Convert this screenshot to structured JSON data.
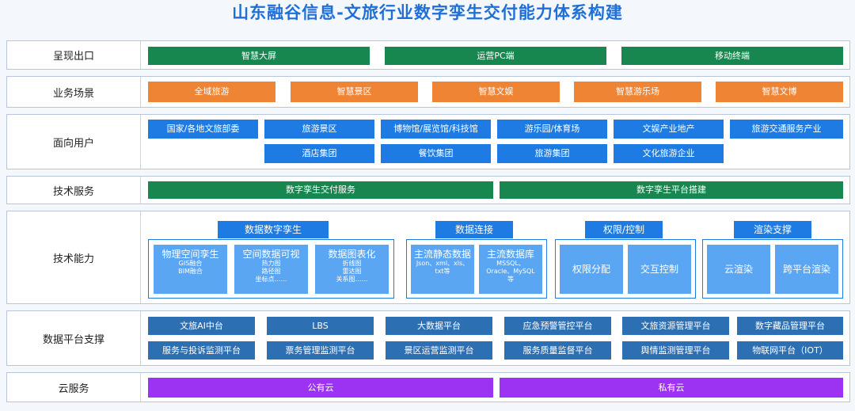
{
  "title": "山东融谷信息-文旅行业数字孪生交付能力体系构建",
  "rows": {
    "output": {
      "label": "呈现出口",
      "items": [
        "智慧大屏",
        "运营PC端",
        "移动终端"
      ]
    },
    "scene": {
      "label": "业务场景",
      "items": [
        "全域旅游",
        "智慧景区",
        "智慧文娱",
        "智慧游乐场",
        "智慧文博"
      ]
    },
    "users": {
      "label": "面向用户",
      "row1": [
        "国家/各地文旅部委",
        "旅游景区",
        "博物馆/展览馆/科技馆",
        "游乐园/体育场",
        "文娱产业地产",
        "旅游交通服务产业"
      ],
      "row2": [
        "酒店集团",
        "餐饮集团",
        "旅游集团",
        "文化旅游企业"
      ]
    },
    "tech_service": {
      "label": "技术服务",
      "items": [
        "数字孪生交付服务",
        "数字孪生平台搭建"
      ]
    },
    "tech_ability": {
      "label": "技术能力",
      "groups": [
        {
          "title": "数据数字孪生",
          "cards": [
            {
              "head": "物理空间孪生",
              "lines": [
                "GIS融合",
                "BIM融合"
              ]
            },
            {
              "head": "空间数据可视",
              "lines": [
                "热力图",
                "路径图",
                "坐标点……"
              ]
            },
            {
              "head": "数据图表化",
              "lines": [
                "折线图",
                "雷达图",
                "关系图……"
              ]
            }
          ]
        },
        {
          "title": "数据连接",
          "cards": [
            {
              "head": "主流静态数据",
              "lines": [
                "Json、xml、xls、",
                "txt等"
              ]
            },
            {
              "head": "主流数据库",
              "lines": [
                "MSSQL、",
                "Oracle、MySQL",
                "等"
              ]
            }
          ]
        },
        {
          "title": "权限/控制",
          "cards": [
            {
              "head": "权限分配",
              "lines": []
            },
            {
              "head": "交互控制",
              "lines": []
            }
          ]
        },
        {
          "title": "渲染支撑",
          "cards": [
            {
              "head": "云渲染",
              "lines": []
            },
            {
              "head": "跨平台渲染",
              "lines": []
            }
          ]
        }
      ]
    },
    "platform": {
      "label": "数据平台支撑",
      "row1": [
        "文旅AI中台",
        "LBS",
        "大数据平台",
        "应急预警管控平台",
        "文旅资源管理平台",
        "数字藏品管理平台"
      ],
      "row2": [
        "服务与投诉监测平台",
        "票务管理监测平台",
        "景区运营监测平台",
        "服务质量监督平台",
        "舆情监测管理平台",
        "物联网平台（IOT）"
      ]
    },
    "cloud": {
      "label": "云服务",
      "items": [
        "公有云",
        "私有云"
      ]
    }
  },
  "colors": {
    "green": "#18874f",
    "orange": "#ef8434",
    "blue": "#1e7be3",
    "purple": "#9c32f2",
    "steel": "#2d6fb3",
    "light_blue": "#5aa6f2",
    "title": "#1f6fd6"
  }
}
